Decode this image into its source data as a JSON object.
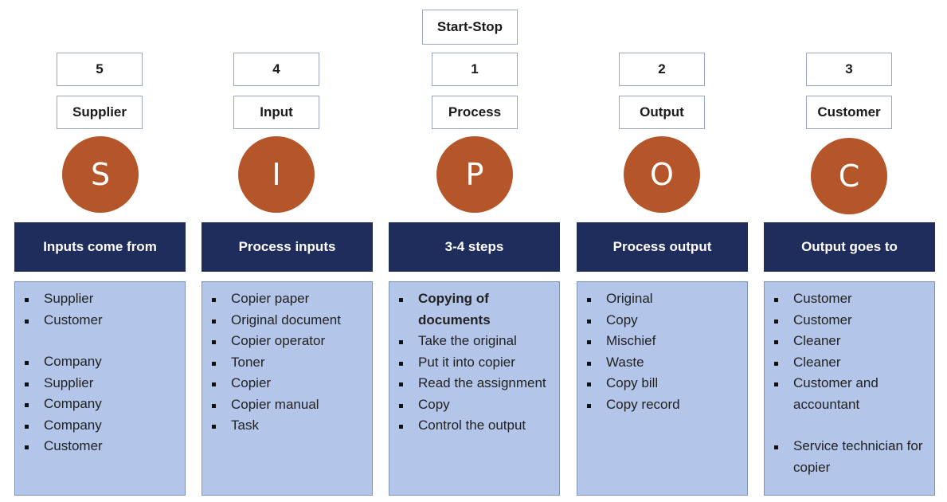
{
  "start_stop": "Start-Stop",
  "columns": [
    {
      "number": "5",
      "label": "Supplier",
      "letter": "S",
      "header": "Inputs come from",
      "items": [
        "Supplier",
        "Customer",
        "Company",
        "Supplier",
        "Company",
        "Company",
        "Customer"
      ]
    },
    {
      "number": "4",
      "label": "Input",
      "letter": "I",
      "header": "Process inputs",
      "items": [
        "Copier paper",
        "Original document",
        "Copier operator",
        "Toner",
        "Copier",
        "Copier manual",
        "Task"
      ]
    },
    {
      "number": "1",
      "label": "Process",
      "letter": "P",
      "header": "3-4 steps",
      "items": [
        "Copying of documents",
        "Take the original",
        "Put it into copier",
        "Read the assignment",
        "Copy",
        "Control the output"
      ]
    },
    {
      "number": "2",
      "label": "Output",
      "letter": "O",
      "header": "Process output",
      "items": [
        "Original",
        "Copy",
        "Mischief",
        "Waste",
        "Copy bill",
        "Copy record"
      ]
    },
    {
      "number": "3",
      "label": "Customer",
      "letter": "C",
      "header": "Output goes to",
      "items": [
        "Customer",
        "Customer",
        "Cleaner",
        "Cleaner",
        "Customer and accountant",
        "Service technician for copier"
      ]
    }
  ],
  "colors": {
    "circle": "#b5562a",
    "header": "#1f2d5c",
    "list_background": "#b3c5e8"
  }
}
